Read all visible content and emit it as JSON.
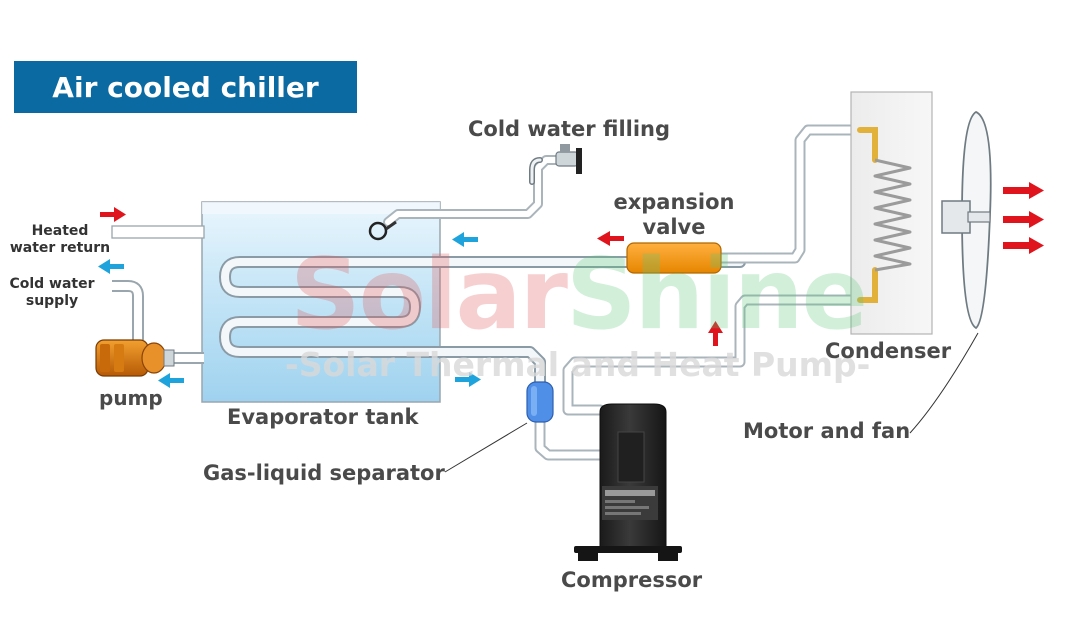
{
  "title": "Air cooled chiller",
  "labels": {
    "cold_water_filling": "Cold water filling",
    "expansion_valve_line1": "expansion",
    "expansion_valve_line2": "valve",
    "heated_water_return_line1": "Heated",
    "heated_water_return_line2": "water return",
    "cold_water_supply_line1": "Cold water",
    "cold_water_supply_line2": "supply",
    "pump": "pump",
    "evaporator_tank": "Evaporator tank",
    "condenser": "Condenser",
    "motor_and_fan": "Motor and fan",
    "gas_liquid_separator": "Gas-liquid separator",
    "compressor": "Compressor"
  },
  "watermark": {
    "brand_part1": "Solar",
    "brand_part2": "Shine",
    "tagline": "-Solar Thermal and Heat Pump-"
  },
  "colors": {
    "banner": "#0a6aa1",
    "water_tank": "#bfe2f6",
    "hot_flow_arrow": "#e0141c",
    "cold_flow_arrow": "#1fa3dc",
    "expansion_valve": "#f39a12",
    "separator": "#4f8fe8",
    "pump": "#e07a10",
    "compressor": "#2a2a2a"
  }
}
